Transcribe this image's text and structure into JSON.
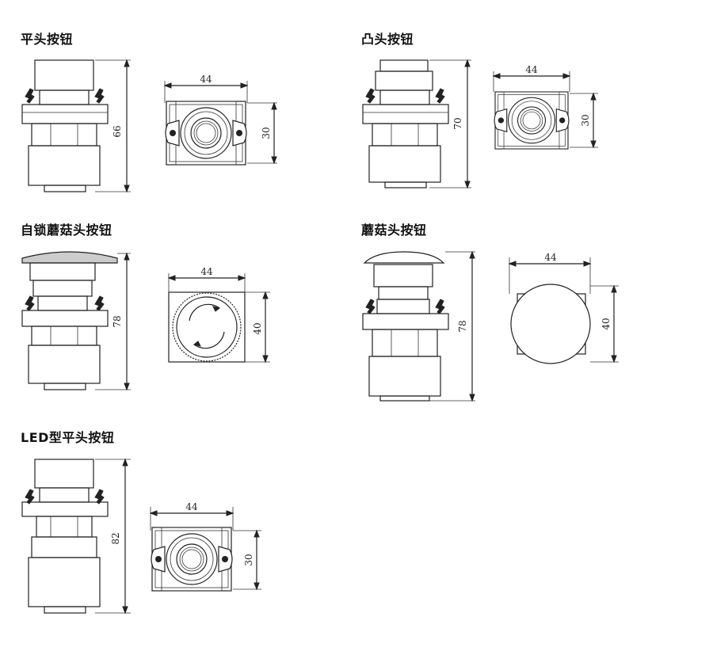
{
  "sections": [
    {
      "title": "平头按钮",
      "side_dim": "66",
      "top_width": "44",
      "top_height": "30"
    },
    {
      "title": "凸头按钮",
      "side_dim": "70",
      "top_width": "44",
      "top_height": "30"
    },
    {
      "title": "自锁蘑菇头按钮",
      "side_dim": "78",
      "top_width": "44",
      "top_height": "40"
    },
    {
      "title": "蘑菇头按钮",
      "side_dim": "78",
      "top_width": "44",
      "top_height": "40"
    },
    {
      "title": "LED型平头按钮",
      "side_dim": "82",
      "top_width": "44",
      "top_height": "30"
    }
  ]
}
